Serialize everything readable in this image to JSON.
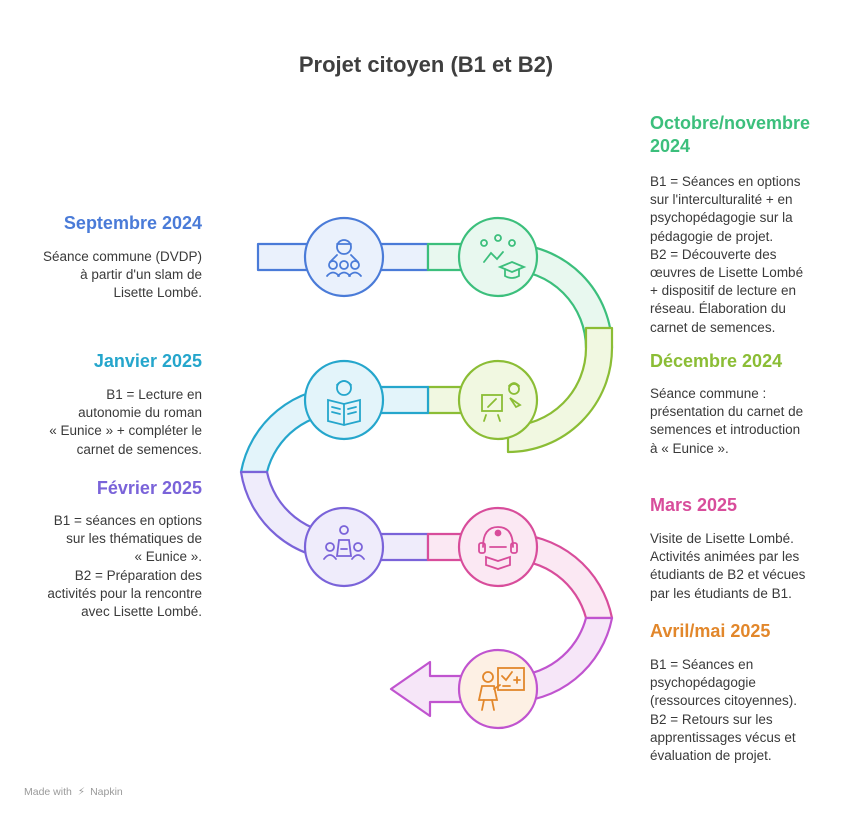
{
  "title": "Projet citoyen (B1 et B2)",
  "stages": [
    {
      "id": "sept",
      "date": "Septembre 2024",
      "text": "Séance commune (DVDP)\nà partir d'un slam de\nLisette Lombé.",
      "color": "#4a7bd8",
      "icon": "group-presentation-icon"
    },
    {
      "id": "oct",
      "date": "Octobre/novembre\n2024",
      "text": "B1 = Séances en options\nsur l'interculturalité  + en\npsychopédagogie sur la\npédagogie de projet.\nB2 = Découverte des\nœuvres de Lisette Lombé\n+ dispositif de lecture en\nréseau. Élaboration du\ncarnet de semences.",
      "color": "#3cbf7c",
      "icon": "graduation-network-icon"
    },
    {
      "id": "dec",
      "date": "Décembre 2024",
      "text": "Séance commune :\nprésentation du carnet de\nsemences et introduction\nà « Eunice ».",
      "color": "#8bbd35",
      "icon": "presenter-board-icon"
    },
    {
      "id": "jan",
      "date": "Janvier 2025",
      "text": "B1 = Lecture en\nautonomie du roman\n« Eunice » + compléter le\ncarnet de semences.",
      "color": "#25a6cc",
      "icon": "reader-book-icon"
    },
    {
      "id": "feb",
      "date": "Février 2025",
      "text": "B1 = séances en options\nsur les thématiques de\n« Eunice ».\nB2 = Préparation des\nactivités pour la rencontre\navec Lisette Lombé.",
      "color": "#7a63d9",
      "icon": "speaker-audience-icon"
    },
    {
      "id": "mar",
      "date": "Mars 2025",
      "text": "Visite de Lisette Lombé.\nActivités animées par les\nétudiants de B2 et vécues\npar les étudiants de B1.",
      "color": "#d84d9b",
      "icon": "headset-reader-icon"
    },
    {
      "id": "apr",
      "date": "Avril/mai 2025",
      "text": "B1 = Séances en\npsychopédagogie\n(ressources citoyennes).\nB2 = Retours sur les\napprentissages vécus et\névaluation de projet.",
      "color": "#e2872b",
      "icon": "teacher-board-icon"
    }
  ],
  "credit": {
    "prefix": "Made with",
    "brand": "Napkin"
  }
}
